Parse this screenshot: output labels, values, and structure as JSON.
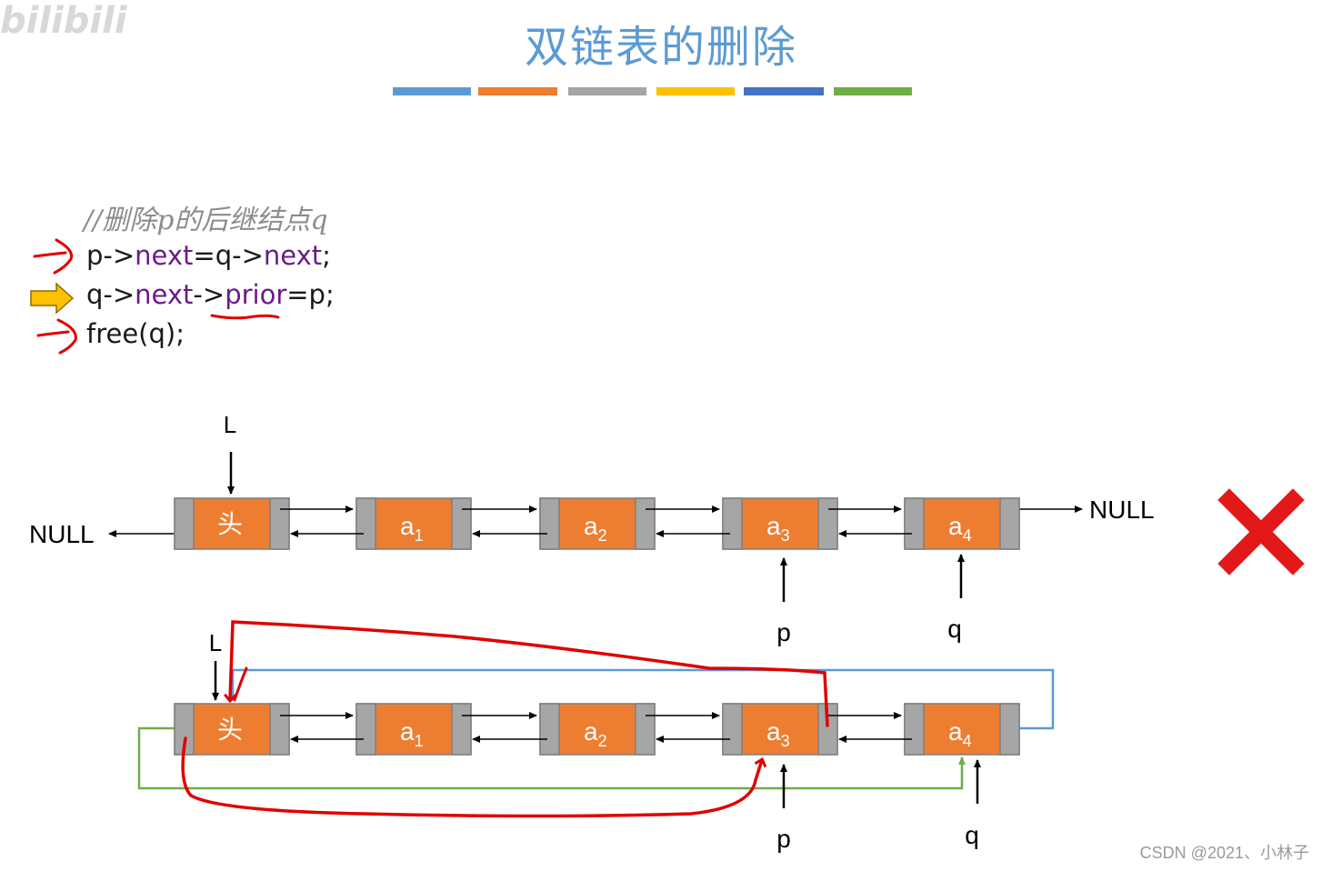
{
  "title": "双链表的删除",
  "watermark": "bilibili",
  "title_bar_colors": [
    "#5b9bd5",
    "#ed7d31",
    "#a5a5a5",
    "#ffc000",
    "#4472c4",
    "#70ad47"
  ],
  "code": {
    "comment": "//删除p的后继结点q",
    "lines": [
      {
        "parts": [
          "p->",
          "next",
          "=q->",
          "next",
          ";"
        ]
      },
      {
        "parts": [
          "q->",
          "next",
          "->",
          "prior",
          "=p;"
        ]
      },
      {
        "text": "free(q);"
      }
    ]
  },
  "diagram_top": {
    "head_pointer_label": "L",
    "left_null": "NULL",
    "right_null": "NULL",
    "nodes": [
      "头",
      "a",
      "a",
      "a",
      "a"
    ],
    "node_subscripts": [
      "",
      "1",
      "2",
      "3",
      "4"
    ],
    "pointer_p": "p",
    "pointer_q": "q",
    "status_icon": "red-x-icon"
  },
  "diagram_bottom": {
    "head_pointer_label": "L",
    "nodes": [
      "头",
      "a",
      "a",
      "a",
      "a"
    ],
    "node_subscripts": [
      "",
      "1",
      "2",
      "3",
      "4"
    ],
    "pointer_p": "p",
    "pointer_q": "q",
    "loop_colors": {
      "next_loop": "#5b9bd5",
      "prior_loop": "#70ad47",
      "annotation": "#e00000"
    }
  },
  "footer": "CSDN @2021、小林子",
  "colors": {
    "node_fill": "#ed7d31",
    "node_side": "#a6a6a6",
    "title": "#5b9bd5",
    "cross": "#e31919"
  }
}
